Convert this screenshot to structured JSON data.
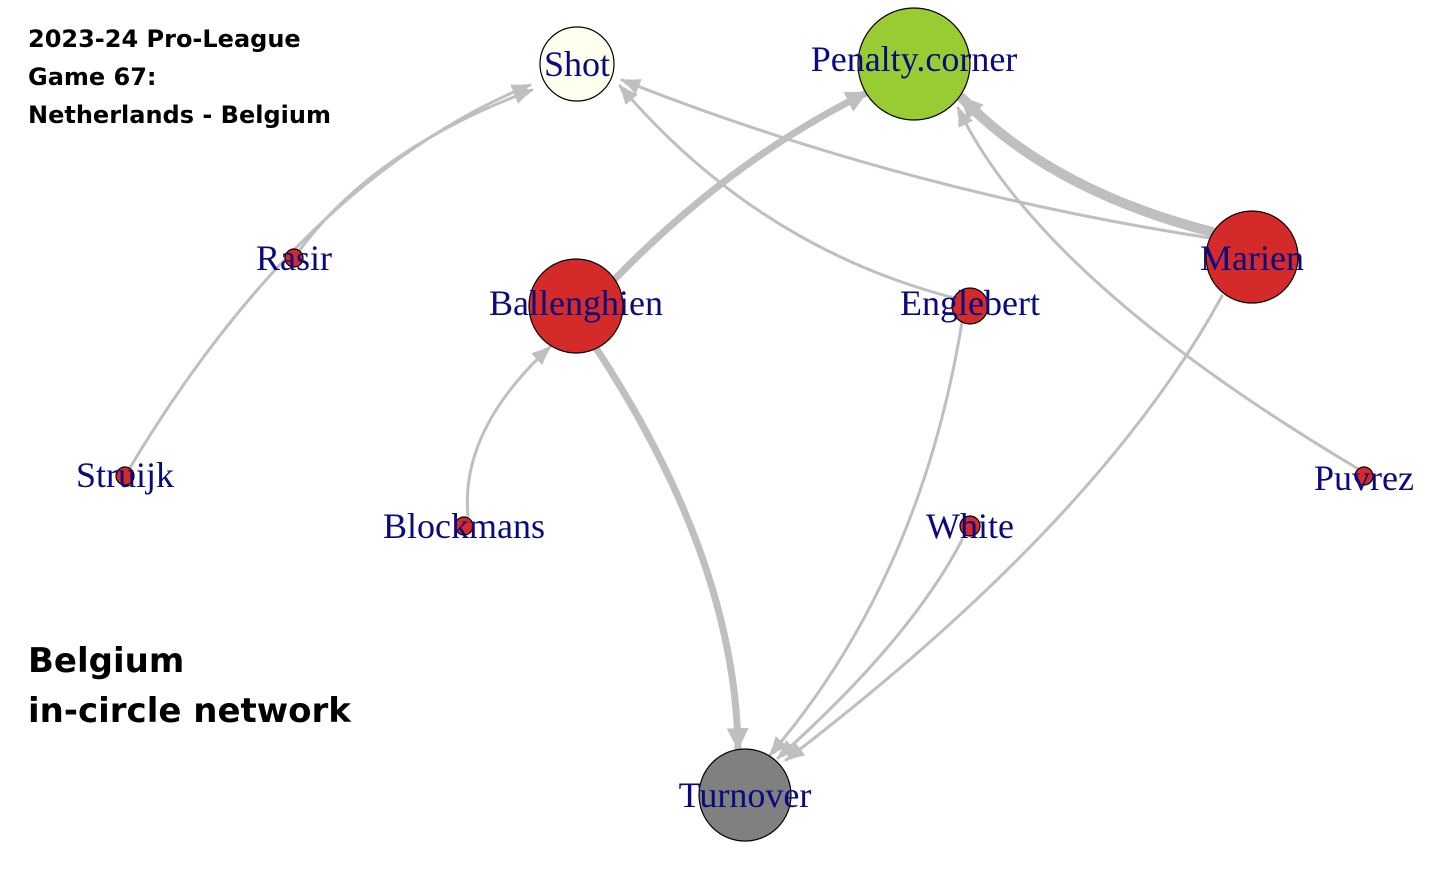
{
  "header": {
    "line1": "2023-24 Pro-League",
    "line2": "Game 67:",
    "line3": "Netherlands - Belgium"
  },
  "subtitle": {
    "line1": "Belgium",
    "line2": "in-circle network"
  },
  "colors": {
    "player": "#d42a2a",
    "shot": "#fffff0",
    "penalty_corner": "#99cc33",
    "turnover": "#808080",
    "edge": "#bfbfbf",
    "label": "#0a0a80"
  },
  "nodes": [
    {
      "id": "shot",
      "label": "Shot",
      "kind": "shot"
    },
    {
      "id": "penalty_corner",
      "label": "Penalty.corner",
      "kind": "penalty_corner"
    },
    {
      "id": "rasir",
      "label": "Rasir",
      "kind": "player"
    },
    {
      "id": "ballenghien",
      "label": "Ballenghien",
      "kind": "player"
    },
    {
      "id": "englebert",
      "label": "Englebert",
      "kind": "player"
    },
    {
      "id": "marien",
      "label": "Marien",
      "kind": "player"
    },
    {
      "id": "struijk",
      "label": "Struijk",
      "kind": "player"
    },
    {
      "id": "blockmans",
      "label": "Blockmans",
      "kind": "player"
    },
    {
      "id": "white",
      "label": "White",
      "kind": "player"
    },
    {
      "id": "puvrez",
      "label": "Puvrez",
      "kind": "player"
    },
    {
      "id": "turnover",
      "label": "Turnover",
      "kind": "turnover"
    }
  ],
  "edges": [
    {
      "from": "rasir",
      "to": "shot"
    },
    {
      "from": "struijk",
      "to": "shot"
    },
    {
      "from": "englebert",
      "to": "shot"
    },
    {
      "from": "marien",
      "to": "shot"
    },
    {
      "from": "ballenghien",
      "to": "penalty_corner"
    },
    {
      "from": "marien",
      "to": "penalty_corner"
    },
    {
      "from": "puvrez",
      "to": "penalty_corner"
    },
    {
      "from": "blockmans",
      "to": "ballenghien"
    },
    {
      "from": "ballenghien",
      "to": "turnover"
    },
    {
      "from": "englebert",
      "to": "turnover"
    },
    {
      "from": "white",
      "to": "turnover"
    },
    {
      "from": "marien",
      "to": "turnover"
    }
  ]
}
